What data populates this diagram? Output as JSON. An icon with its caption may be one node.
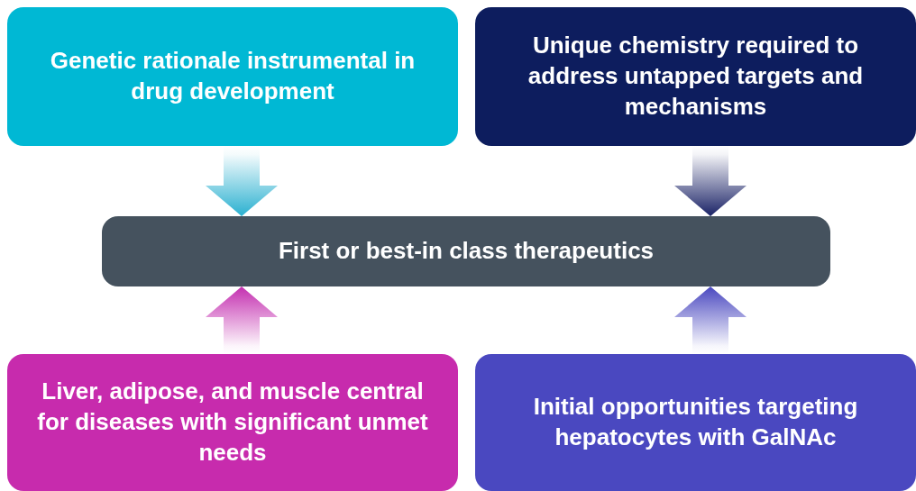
{
  "diagram": {
    "nodes": [
      {
        "text": [
          "Genetic rationale instrumental in drug development"
        ]
      },
      {
        "text": [
          "Unique chemistry required to address untapped targets and mechanisms"
        ]
      },
      {
        "text": [
          "First or best-in class therapeutics"
        ]
      },
      {
        "text": [
          "Liver, adipose, and muscle central for diseases with significant unmet needs"
        ]
      },
      {
        "text": [
          "Initial opportunities targeting hepatocytes with GalNAc"
        ]
      }
    ],
    "edges": [
      {
        "from": 0,
        "to": 2,
        "arrow": "to",
        "color": "#2ab0d0"
      },
      {
        "from": 1,
        "to": 2,
        "arrow": "to",
        "color": "#1a2266"
      },
      {
        "from": 3,
        "to": 2,
        "arrow": "to",
        "color": "#c42fb0"
      },
      {
        "from": 4,
        "to": 2,
        "arrow": "to",
        "color": "#4a48c0"
      }
    ]
  }
}
